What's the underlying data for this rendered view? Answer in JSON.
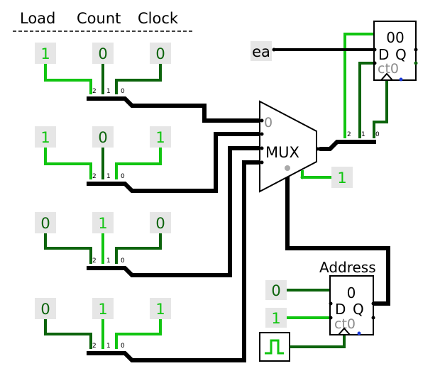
{
  "header": {
    "load": "Load",
    "count": "Count",
    "clock": "Clock"
  },
  "colors": {
    "wire_high": "#11c511",
    "wire_low": "#0c640c",
    "wire_bus": "#000000",
    "pin_bg": "#e6e6e6"
  },
  "input_rows": [
    {
      "bits": [
        "1",
        "0",
        "0"
      ],
      "split_labels": [
        "2",
        "1",
        "0"
      ]
    },
    {
      "bits": [
        "1",
        "0",
        "1"
      ],
      "split_labels": [
        "2",
        "1",
        "0"
      ]
    },
    {
      "bits": [
        "0",
        "1",
        "0"
      ],
      "split_labels": [
        "2",
        "1",
        "0"
      ]
    },
    {
      "bits": [
        "0",
        "1",
        "1"
      ],
      "split_labels": [
        "2",
        "1",
        "0"
      ]
    }
  ],
  "mux": {
    "label": "MUX",
    "select_input_label": "0",
    "enable_value": "1"
  },
  "output_register": {
    "value": "00",
    "input_label": "ea",
    "port_d": "D",
    "port_q": "Q",
    "port_clock": "ct0",
    "split_labels": [
      "2",
      "1",
      "0"
    ]
  },
  "address_register": {
    "title": "Address",
    "value": "0",
    "inputs": [
      "0",
      "1"
    ],
    "port_d": "D",
    "port_q": "Q",
    "port_clock": "ct0",
    "clock_icon": "clock-square-wave-icon"
  }
}
